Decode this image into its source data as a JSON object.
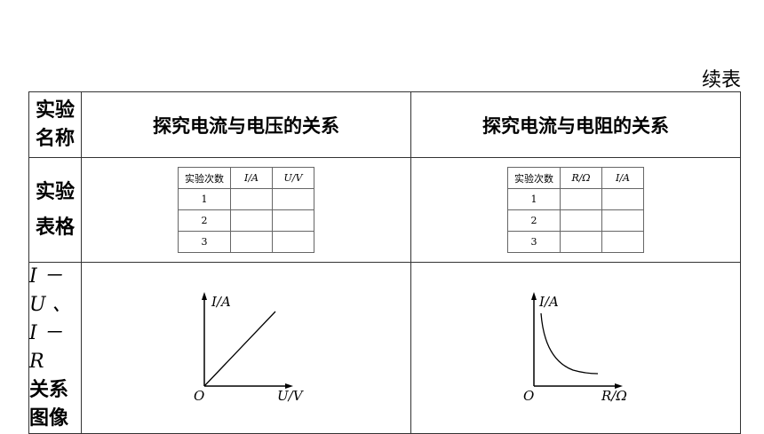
{
  "continued_label": "续表",
  "rows": {
    "name": {
      "label_lines": [
        "实验",
        "名称"
      ],
      "voltage_title": "探究电流与电压的关系",
      "resistance_title": "探究电流与电阻的关系"
    },
    "table": {
      "label_lines": [
        "实验",
        "表格"
      ],
      "voltage_table": {
        "headers": [
          "实验次数",
          "I/A",
          "U/V"
        ],
        "trials": [
          "1",
          "2",
          "3"
        ]
      },
      "resistance_table": {
        "headers": [
          "实验次数",
          "R/Ω",
          "I/A"
        ],
        "trials": [
          "1",
          "2",
          "3"
        ]
      }
    },
    "graph": {
      "label_lines": [
        "I －",
        "U 、",
        "I － R",
        "关系",
        "图像"
      ],
      "voltage_graph": {
        "y_label": "I/A",
        "x_label": "U/V",
        "origin": "O",
        "curve": "straight line through origin"
      },
      "resistance_graph": {
        "y_label": "I/A",
        "x_label": "R/Ω",
        "origin": "O",
        "curve": "decreasing hyperbola"
      }
    }
  }
}
